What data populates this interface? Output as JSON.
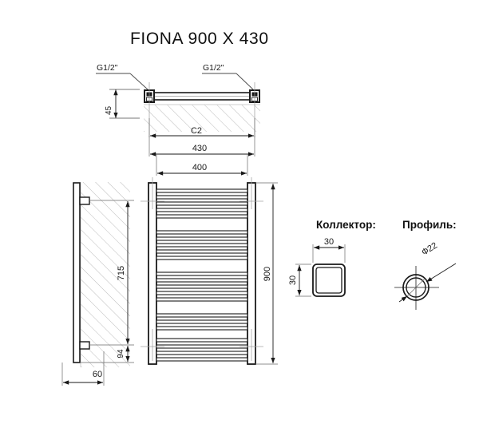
{
  "drawing": {
    "title": "FIONA 900 X 430",
    "labels": {
      "thread_left": "G1/2\"",
      "thread_right": "G1/2\"",
      "top_offset": "45",
      "c2": "C2",
      "width_outer": "430",
      "width_inner": "400",
      "height_main": "900",
      "side_upper": "715",
      "side_lower": "94",
      "depth": "60"
    },
    "details": {
      "collector": {
        "heading": "Коллектор:",
        "width": "30",
        "height": "30"
      },
      "profile": {
        "heading": "Профиль:",
        "diameter": "Ф22"
      }
    }
  },
  "colors": {
    "line": "#1a1a1a",
    "thin": "#4a4a4a",
    "hatch": "#b9b9b9",
    "center": "#9a9a9a",
    "fill": "#ffffff"
  }
}
